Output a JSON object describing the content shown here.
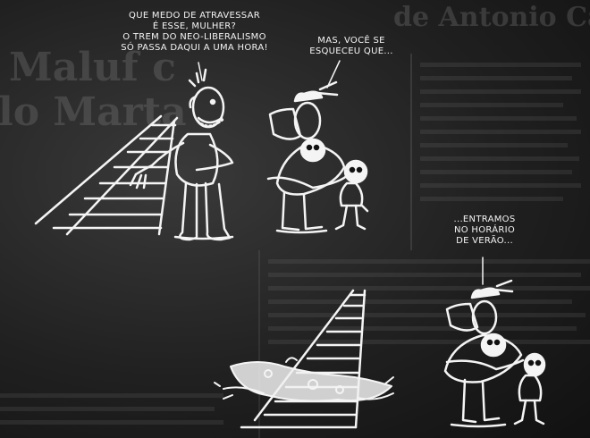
{
  "background_headlines": {
    "top_right": "de Antonio Carlos",
    "left_1": "Maluf c",
    "left_2": "lo Marta"
  },
  "panel_1": {
    "speech_line_1": "Que medo de atravessar",
    "speech_line_2": "é esse, mulher?",
    "speech_line_3": "O trem do neo-liberalismo",
    "speech_line_4": "só passa daqui a uma hora!"
  },
  "panel_2": {
    "speech_line_1": "Mas, você se",
    "speech_line_2": "esqueceu que..."
  },
  "panel_3": {
    "speech_line_1": "...Entramos",
    "speech_line_2": "no horário",
    "speech_line_3": "de verão..."
  },
  "colors": {
    "background": "#1a1a1a",
    "ink": "#f4f4f4"
  }
}
